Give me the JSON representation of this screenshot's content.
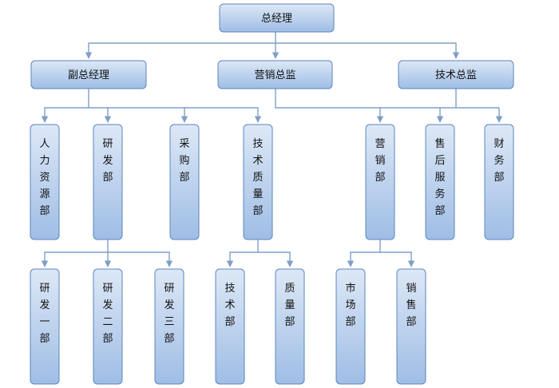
{
  "colors": {
    "box_top": "#dde8f6",
    "box_bottom": "#9fbde5",
    "box_border": "#5b86bd",
    "connector": "#7f9fc6",
    "text": "#111111"
  },
  "nodes": {
    "ceo": "总经理",
    "vp": "副总经理",
    "sales_director": "营销总监",
    "tech_director": "技术总监",
    "hr": "人力资源部",
    "rd": "研发部",
    "purchasing": "采购部",
    "quality_tech": "技术质量部",
    "sales_dept": "营销部",
    "after_sales": "售后服务部",
    "finance": "财务部",
    "rd1": "研发一部",
    "rd2": "研发二部",
    "rd3": "研发三部",
    "tech_sub": "技术部",
    "quality_sub": "质量部",
    "market": "市场部",
    "sales_sub": "销售部"
  }
}
